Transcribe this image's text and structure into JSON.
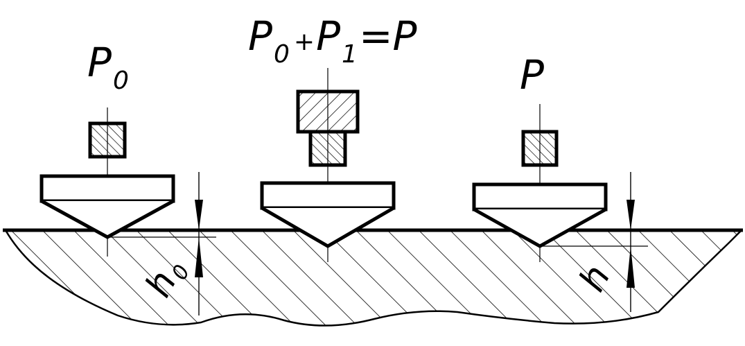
{
  "labels": {
    "load_initial": "P",
    "load_initial_sub": "0",
    "load_sum_p0": "P",
    "load_sum_p0_sub": "0",
    "load_sum_plus": "+",
    "load_sum_p1": "P",
    "load_sum_p1_sub": "1",
    "load_sum_eq": "=P",
    "load_total": "P",
    "depth_initial": "h",
    "depth_initial_sub": "0",
    "depth_final": "h"
  },
  "colors": {
    "stroke": "#000000",
    "background": "#ffffff"
  }
}
